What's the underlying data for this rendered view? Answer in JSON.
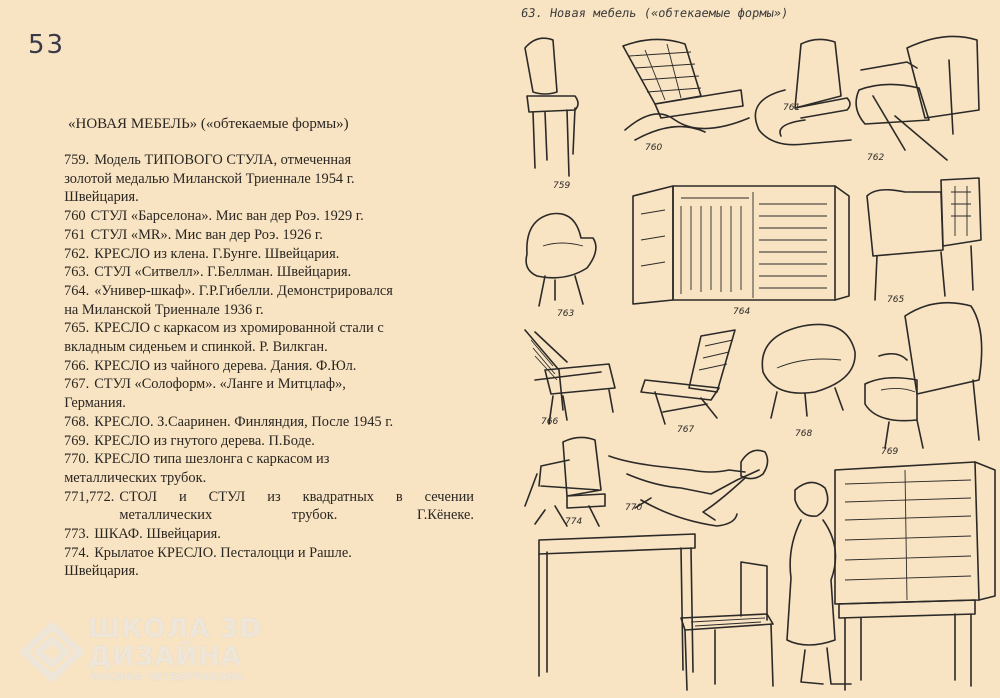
{
  "page_number": "53",
  "section_title": "«НОВАЯ МЕБЕЛЬ» («обтекаемые формы»)",
  "entries": [
    {
      "number": "759.",
      "lines": [
        "Модель ТИПОВОГО СТУЛА, отмеченная",
        "золотой медалью Миланской Триеннале 1954 г.",
        "Швейцария."
      ]
    },
    {
      "number": "760",
      "lines": [
        "СТУЛ «Барселона». Мис ван дер Роэ. 1929 г."
      ]
    },
    {
      "number": "761",
      "lines": [
        "СТУЛ «MR». Мис ван дер Роэ. 1926 г."
      ]
    },
    {
      "number": "762.",
      "lines": [
        "КРЕСЛО из клена. Г.Бунге. Швейцария."
      ]
    },
    {
      "number": "763.",
      "lines": [
        "СТУЛ «Ситвелл». Г.Беллман. Швейцария."
      ]
    },
    {
      "number": "764.",
      "lines": [
        "«Универ-шкаф». Г.Р.Гибелли. Демонстрировался",
        "на Миланской Триеннале 1936 г."
      ]
    },
    {
      "number": "765.",
      "lines": [
        "КРЕСЛО  с каркасом из хромированной стали с",
        "вкладным сиденьем и спинкой. Р. Вилкган."
      ]
    },
    {
      "number": "766.",
      "lines": [
        "КРЕСЛО из чайного дерева. Дания. Ф.Юл."
      ]
    },
    {
      "number": "767.",
      "lines": [
        "СТУЛ «Солоформ». «Ланге и Митцлаф»,",
        "Германия."
      ]
    },
    {
      "number": "768.",
      "lines": [
        "КРЕСЛО. З.Сааринен. Финляндия, После 1945 г."
      ]
    },
    {
      "number": "769.",
      "lines": [
        "КРЕСЛО из гнутого дерева. П.Боде."
      ]
    },
    {
      "number": "770.",
      "lines": [
        "КРЕСЛО типа шезлонга с каркасом из",
        "металлических трубок."
      ]
    },
    {
      "number": "771,772.",
      "lines": [
        "СТОЛ и СТУЛ из квадратных в сечении",
        "металлических трубок. Г.Кёнеке."
      ]
    },
    {
      "number": "773.",
      "lines": [
        "ШКАФ. Швейцария."
      ]
    },
    {
      "number": "774.",
      "lines": [
        "Крылатое КРЕСЛО. Песталоцци и Рашле.",
        "Швейцария."
      ]
    }
  ],
  "plate": {
    "caption": "63. Новая мебель («обтекаемые формы»)",
    "labels": [
      "759",
      "760",
      "761",
      "762",
      "763",
      "764",
      "765",
      "766",
      "767",
      "768",
      "769",
      "770",
      "774"
    ]
  },
  "watermark": {
    "title_line1": "ШКОЛА 3D",
    "title_line2": "ДИЗАЙНА",
    "subtitle": "ИОСИФА ЧЕТВЕРТАКОВА"
  }
}
